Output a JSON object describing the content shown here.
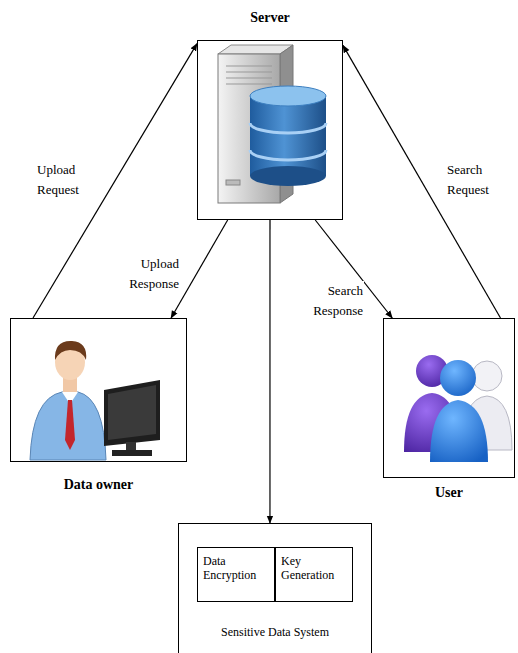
{
  "diagram": {
    "nodes": [
      {
        "text": [
          "Server"
        ]
      },
      {
        "text": [
          "Data owner"
        ]
      },
      {
        "text": [
          "User"
        ]
      },
      {
        "text": [
          "Sensitive Data System"
        ]
      },
      {
        "text": [
          "Data Encryption"
        ],
        "in": 3
      },
      {
        "text": [
          "Key Generation"
        ],
        "in": 3
      }
    ],
    "edges": [
      {
        "from": 1,
        "to": 0,
        "label": "Upload Request",
        "arrow": "to"
      },
      {
        "from": 0,
        "to": 1,
        "label": "Upload Response",
        "arrow": "to"
      },
      {
        "from": 0,
        "to": 2,
        "label": "Search Response",
        "arrow": "to"
      },
      {
        "from": 2,
        "to": 0,
        "label": "Search Request",
        "arrow": "to"
      },
      {
        "from": 0,
        "to": 3,
        "arrow": "to"
      }
    ]
  }
}
